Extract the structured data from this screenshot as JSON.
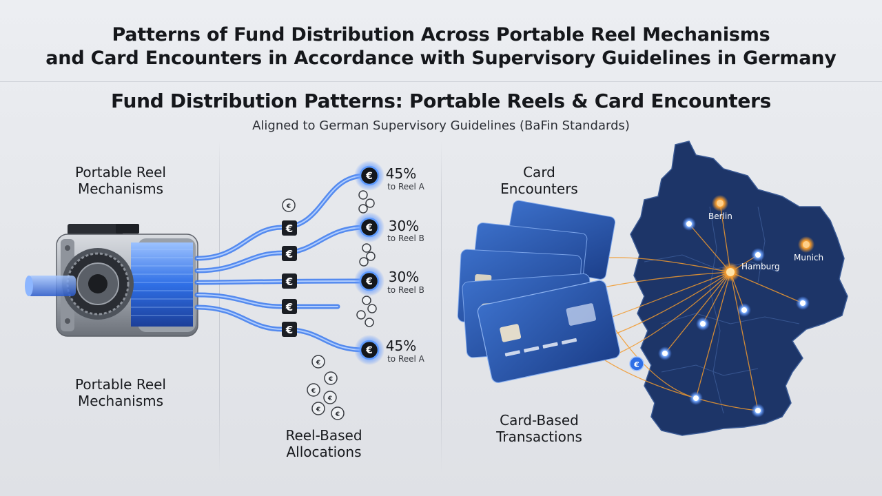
{
  "header": {
    "title_line1": "Patterns of Fund Distribution Across Portable Reel Mechanisms",
    "title_line2": "and Card Encounters in Accordance with Supervisory Guidelines in Germany",
    "subtitle": "Fund Distribution Patterns: Portable Reels & Card Encounters",
    "tagline": "Aligned to German Supervisory Guidelines (BaFin Standards)"
  },
  "left_panel": {
    "top_label": "Portable Reel Mechanisms",
    "bottom_label": "Portable Reel Mechanisms"
  },
  "middle_panel": {
    "allocations": [
      {
        "percent": "45%",
        "target": "to Reel A"
      },
      {
        "percent": "30%",
        "target": "to Reel B"
      },
      {
        "percent": "30%",
        "target": "to Reel B"
      },
      {
        "percent": "45%",
        "target": "to Reel A"
      }
    ],
    "bottom_label": "Reel-Based Allocations",
    "currency_symbol": "€"
  },
  "right_panel": {
    "top_label": "Card Encounters",
    "bottom_label": "Card-Based Transactions",
    "cities": [
      "Berlin",
      "Hamburg",
      "Munich"
    ]
  },
  "colors": {
    "flow_blue": "#2f6fe6",
    "map_navy": "#1d3568",
    "node_orange": "#f29a2e",
    "card_blue": "#2a5db8"
  }
}
